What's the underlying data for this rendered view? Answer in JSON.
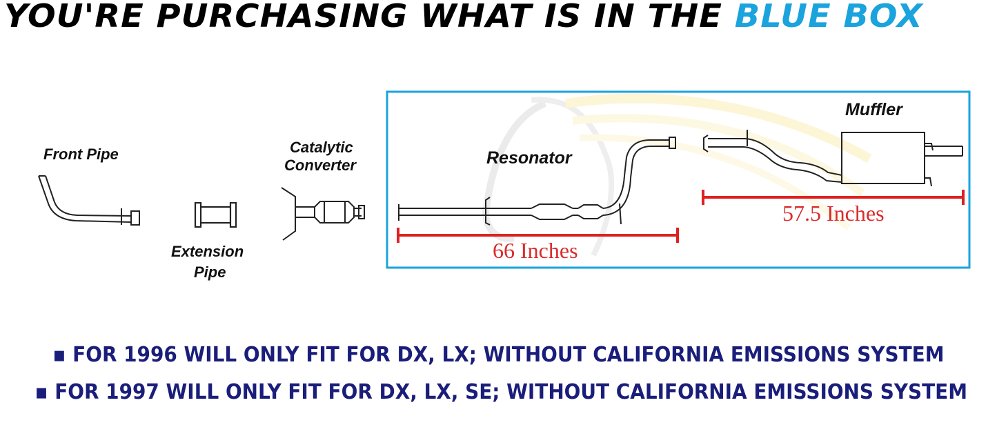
{
  "headline": {
    "prefix": "YOU'RE PURCHASING WHAT IS IN THE",
    "highlight": "BLUE BOX"
  },
  "colors": {
    "highlight": "#1aa3dd",
    "dimension": "#d92b2b",
    "notes": "#1a1e7a"
  },
  "parts": {
    "front_pipe": "Front Pipe",
    "extension_pipe_line1": "Extension",
    "extension_pipe_line2": "Pipe",
    "catalytic_converter_line1": "Catalytic",
    "catalytic_converter_line2": "Converter",
    "resonator": "Resonator",
    "muffler": "Muffler"
  },
  "dimensions": {
    "resonator_length": "66 Inches",
    "muffler_length": "57.5 Inches"
  },
  "notes": [
    "▪ FOR 1996 WILL ONLY FIT FOR DX, LX; WITHOUT CALIFORNIA EMISSIONS SYSTEM",
    "▪ FOR 1997 WILL ONLY FIT FOR DX, LX, SE; WITHOUT CALIFORNIA EMISSIONS SYSTEM"
  ]
}
